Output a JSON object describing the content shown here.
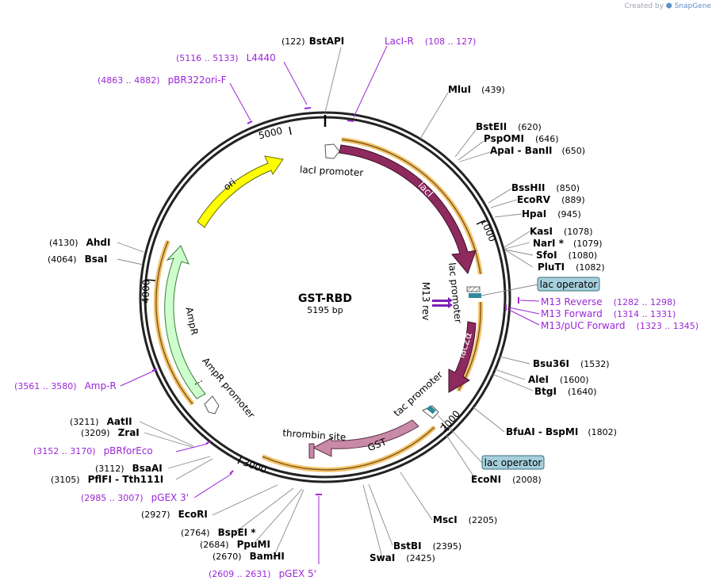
{
  "credit": {
    "prefix": "Created by",
    "brand": "SnapGene"
  },
  "plasmid": {
    "name": "GST-RBD",
    "size": "5195 bp"
  },
  "ruler": [
    "1000",
    "2000",
    "3000",
    "4000",
    "5000"
  ],
  "features": {
    "lacI": "lacI",
    "lacZa": "lacZα",
    "GST": "GST",
    "ori": "ori",
    "AmpR": "AmpR",
    "lacI_promoter": "lacI promoter",
    "lac_promoter": "lac promoter",
    "tac_promoter": "tac promoter",
    "AmpR_promoter": "AmpR promoter",
    "thrombin_site": "thrombin site",
    "M13_rev": "M13 rev",
    "lac_operator_1": "lac operator",
    "lac_operator_2": "lac operator"
  },
  "sites": {
    "BstAPI": {
      "name": "BstAPI",
      "pos": "(122)"
    },
    "MluI": {
      "name": "MluI",
      "pos": "(439)"
    },
    "BstEII": {
      "name": "BstEII",
      "pos": "(620)"
    },
    "PspOMI": {
      "name": "PspOMI",
      "pos": "(646)"
    },
    "ApaI": {
      "name": "ApaI",
      "sep": " - ",
      "name2": "BanII",
      "pos": "(650)"
    },
    "BssHII": {
      "name": "BssHII",
      "pos": "(850)"
    },
    "EcoRV": {
      "name": "EcoRV",
      "pos": "(889)"
    },
    "HpaI": {
      "name": "HpaI",
      "pos": "(945)"
    },
    "KasI": {
      "name": "KasI",
      "pos": "(1078)"
    },
    "NarI": {
      "name": "NarI *",
      "pos": "(1079)"
    },
    "SfoI": {
      "name": "SfoI",
      "pos": "(1080)"
    },
    "PluTI": {
      "name": "PluTI",
      "pos": "(1082)"
    },
    "Bsu36I": {
      "name": "Bsu36I",
      "pos": "(1532)"
    },
    "AleI": {
      "name": "AleI",
      "pos": "(1600)"
    },
    "BtgI": {
      "name": "BtgI",
      "pos": "(1640)"
    },
    "BfuAI": {
      "name": "BfuAI",
      "sep": " - ",
      "name2": "BspMI",
      "pos": "(1802)"
    },
    "EcoNI": {
      "name": "EcoNI",
      "pos": "(2008)"
    },
    "MscI": {
      "name": "MscI",
      "pos": "(2205)"
    },
    "BstBI": {
      "name": "BstBI",
      "pos": "(2395)"
    },
    "SwaI": {
      "name": "SwaI",
      "pos": "(2425)"
    },
    "BamHI": {
      "name": "BamHI",
      "pos": "(2670)"
    },
    "PpuMI": {
      "name": "PpuMI",
      "pos": "(2684)"
    },
    "BspEI": {
      "name": "BspEI *",
      "pos": "(2764)"
    },
    "EcoRI": {
      "name": "EcoRI",
      "pos": "(2927)"
    },
    "PflFI": {
      "name": "PflFI",
      "sep": " - ",
      "name2": "Tth111I",
      "pos": "(3105)"
    },
    "BsaAI": {
      "name": "BsaAI",
      "pos": "(3112)"
    },
    "ZraI": {
      "name": "ZraI",
      "pos": "(3209)"
    },
    "AatII": {
      "name": "AatII",
      "pos": "(3211)"
    },
    "BsaI": {
      "name": "BsaI",
      "pos": "(4064)"
    },
    "AhdI": {
      "name": "AhdI",
      "pos": "(4130)"
    }
  },
  "primers": {
    "LacIR": {
      "name": "LacI-R",
      "range": "(108 .. 127)"
    },
    "L4440": {
      "name": "L4440",
      "range": "(5116 .. 5133)"
    },
    "pBR322oriF": {
      "name": "pBR322ori-F",
      "range": "(4863 .. 4882)"
    },
    "M13Reverse": {
      "name": "M13 Reverse",
      "range": "(1282 .. 1298)"
    },
    "M13Forward": {
      "name": "M13 Forward",
      "range": "(1314 .. 1331)"
    },
    "M13pUCForward": {
      "name": "M13/pUC Forward",
      "range": "(1323 .. 1345)"
    },
    "AmpR": {
      "name": "Amp-R",
      "range": "(3561 .. 3580)"
    },
    "pBRforEco": {
      "name": "pBRforEco",
      "range": "(3152 .. 3170)"
    },
    "pGEX3": {
      "name": "pGEX 3'",
      "range": "(2985 .. 3007)"
    },
    "pGEX5": {
      "name": "pGEX 5'",
      "range": "(2609 .. 2631)"
    }
  },
  "colors": {
    "lacI": "#8e2a5e",
    "lacZa": "#8e2a5e",
    "GST": "#c98aa7",
    "ori": "#ffff00",
    "AmpR": "#ccffcc",
    "operator": "#a6cfdc",
    "primer": "#9b27d8",
    "orf": "#f5a623"
  }
}
